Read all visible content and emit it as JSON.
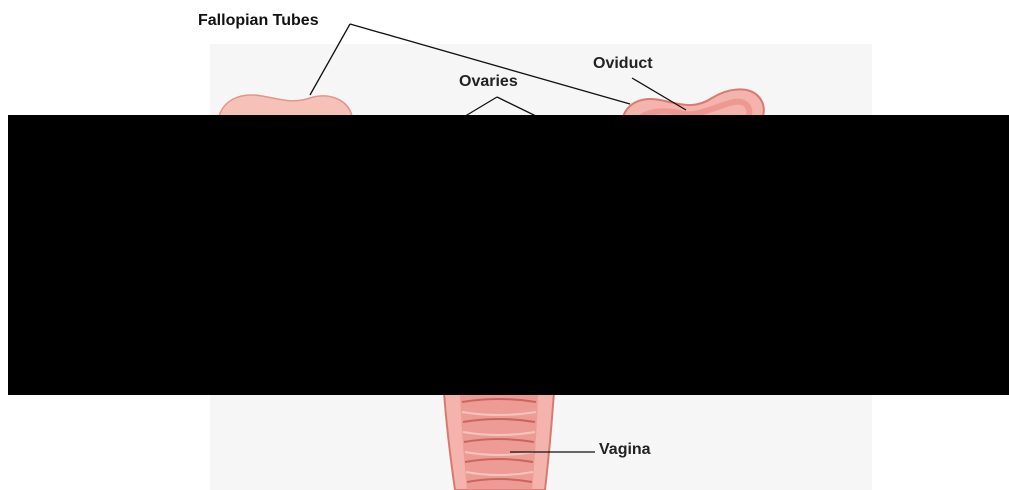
{
  "diagram": {
    "labels": {
      "fallopian_tubes": "Fallopian Tubes",
      "ovaries": "Ovaries",
      "oviduct": "Oviduct",
      "vagina": "Vagina"
    },
    "colors": {
      "tissue_fill": "#f4b3ac",
      "tissue_outline": "#d97a72",
      "tissue_inner": "#e98f88",
      "ridge_dark": "#c9655e",
      "ridge_light": "#f7c4be",
      "leader_line": "#111111",
      "panel_background": "#f7f6f6",
      "redaction": "#000000"
    }
  }
}
